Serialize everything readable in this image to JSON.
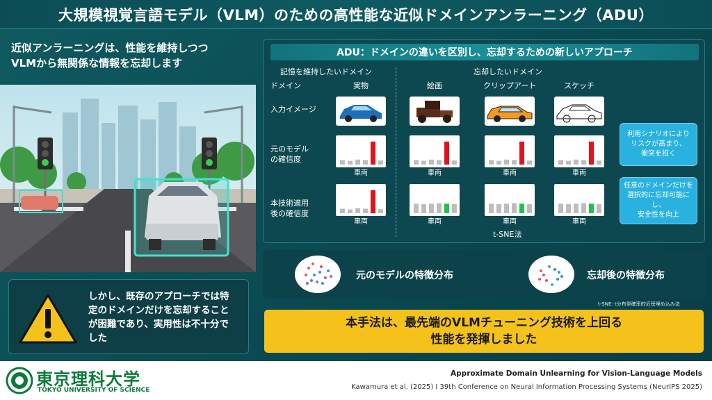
{
  "title": "大規模視覚言語モデル（VLM）のための高性能な近似ドメインアンラーニング（ADU）",
  "lead": {
    "line1": "近似アンラーニングは、性能を維持しつつ",
    "line2": "VLMから無関係な情報を忘却します"
  },
  "warning": {
    "line1": "しかし、既存のアプローチでは特",
    "line2": "定のドメインだけを忘却すること",
    "line3": "が困難であり、実用性は不十分で",
    "line4": "した"
  },
  "panel": {
    "header": "ADU：ドメインの違いを区別し、忘却するための新しいアプローチ",
    "retain_header": "記憶を維持したいドメイン",
    "forget_header": "忘却したいドメイン",
    "row_domain": "ドメイン",
    "row_input": "入力イメージ",
    "row_original_1": "元のモデル",
    "row_original_2": "の確信度",
    "row_adu_1": "本技術適用",
    "row_adu_2": "後の確信度",
    "domains": [
      "実物",
      "絵画",
      "クリップアート",
      "スケッチ"
    ],
    "bar_label": "車両",
    "method_label": "t-SNE法",
    "bubble_top": {
      "line1": "利用シナリオにより",
      "line2": "リスクが高まり、",
      "line3": "衝突を招く"
    },
    "bubble_bottom": {
      "line1": "任意のドメインだけを",
      "line2": "選択的に忘却可能にし、",
      "line3": "安全性を向上"
    }
  },
  "distribution": {
    "original": "元のモデルの特徴分布",
    "after": "忘却後の特徴分布",
    "note": "t-SNE: t分布型確率的近傍埋め込み法"
  },
  "result": {
    "line1": "本手法は、最先端のVLMチューニング技術を上回る",
    "line2": "性能を発揮しました"
  },
  "footer": {
    "university_jp": "東京理科大学",
    "university_en": "TOKYO UNIVERSITY OF SCIENCE",
    "paper_title": "Approximate Domain Unlearning for Vision-Language Models",
    "citation": "Kawamura et al. (2025) I 39th Conference on Neural Information Processing Systems (NeurIPS 2025)"
  },
  "colors": {
    "accent_red": "#e3121b",
    "accent_green": "#1fc24a",
    "bubble_blue": "#29b2e0",
    "result_yellow": "#f4c21a",
    "brand_green": "#0d7a3a"
  },
  "confidence": {
    "original": [
      0.18,
      0.15,
      0.2,
      0.18,
      0.92,
      0.16
    ],
    "adu_retain": [
      0.18,
      0.15,
      0.2,
      0.18,
      0.92,
      0.16
    ],
    "adu_forget": [
      0.38,
      0.36,
      0.38,
      0.4,
      0.38,
      0.36
    ]
  }
}
